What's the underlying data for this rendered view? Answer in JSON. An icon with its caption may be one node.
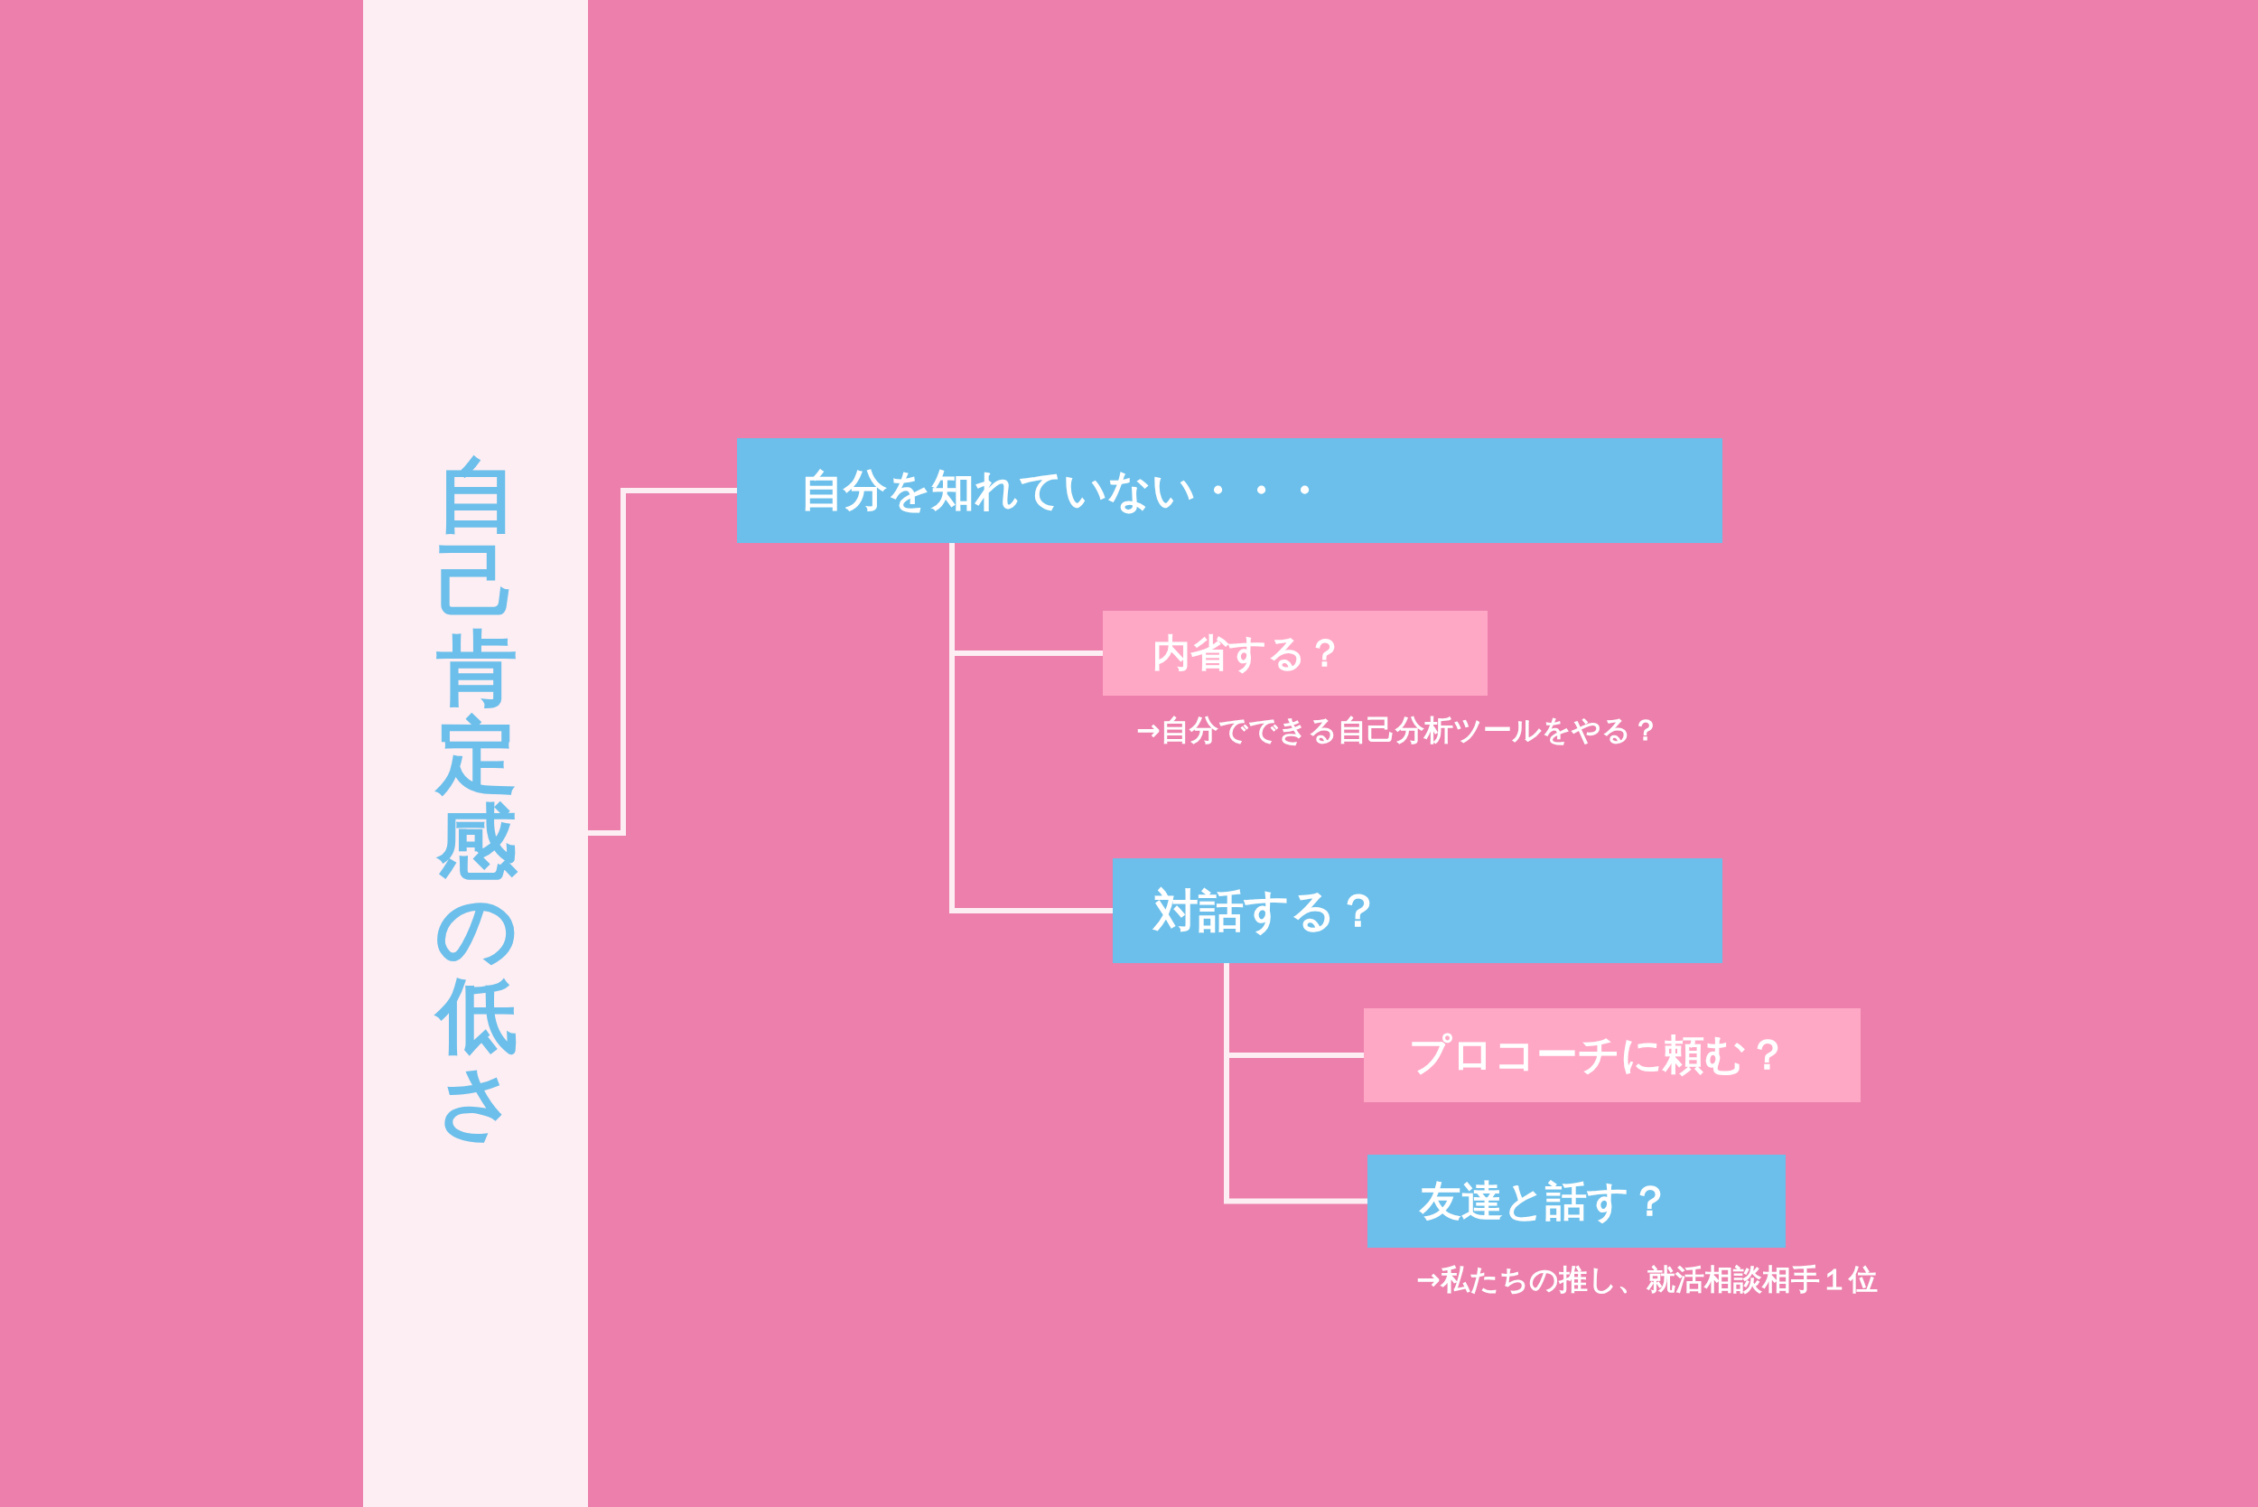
{
  "diagram": {
    "nodes": [
      {
        "text": [
          "自己肯定感の低さ"
        ]
      },
      {
        "text": [
          "自分を知れていない・・・"
        ]
      },
      {
        "text": [
          "内省する？"
        ],
        "beside": [
          "→自分でできる自己分析ツールをやる？"
        ]
      },
      {
        "text": [
          "対話する？"
        ]
      },
      {
        "text": [
          "プロコーチに頼む？"
        ]
      },
      {
        "text": [
          "友達と話す？"
        ],
        "beside": [
          "→私たちの推し、就活相談相手１位"
        ]
      }
    ],
    "edges": [
      {
        "from": 0,
        "to": 1,
        "arrow": "none"
      },
      {
        "from": 1,
        "to": 2,
        "arrow": "none"
      },
      {
        "from": 1,
        "to": 3,
        "arrow": "none"
      },
      {
        "from": 3,
        "to": 4,
        "arrow": "none"
      },
      {
        "from": 3,
        "to": 5,
        "arrow": "none"
      }
    ]
  }
}
